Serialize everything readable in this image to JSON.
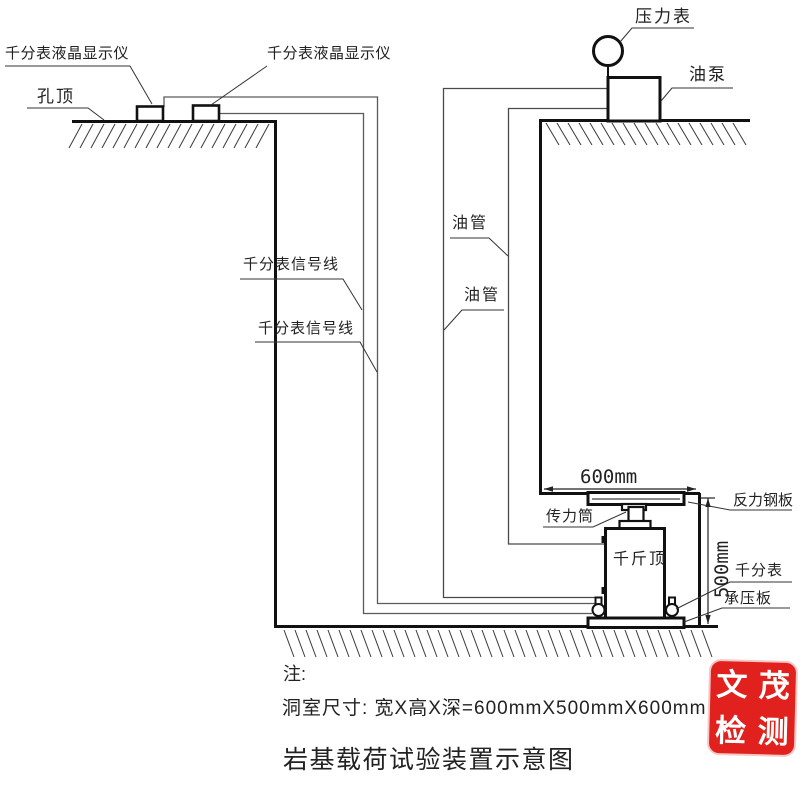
{
  "drawing": {
    "title": "岩基载荷试验装置示意图",
    "note_heading": "注:",
    "note_body": "洞室尺寸: 宽X高X深=600mmX500mmX600mm"
  },
  "labels": {
    "display_monitors": [
      "千分表液晶显示仪",
      "千分表液晶显示仪"
    ],
    "hole_top": "孔顶",
    "pressure_gauge": "压力表",
    "oil_pump": "油泵",
    "oil_pipes": [
      "油管",
      "油管"
    ],
    "signal_wires": [
      "千分表信号线",
      "千分表信号线"
    ],
    "reaction_plate": "反力钢板",
    "force_cylinder": "传力筒",
    "jack": "千斤顶",
    "dial_gauge": "千分表",
    "bearing_plate": "承压板"
  },
  "dimensions": {
    "chamber_width": "600mm",
    "chamber_height": "500mm"
  },
  "stamp": {
    "characters": [
      "文",
      "茂",
      "检",
      "测"
    ],
    "color": "#e0211d"
  },
  "colors": {
    "line": "#111111",
    "thin_line": "#555555",
    "text": "#222222"
  }
}
